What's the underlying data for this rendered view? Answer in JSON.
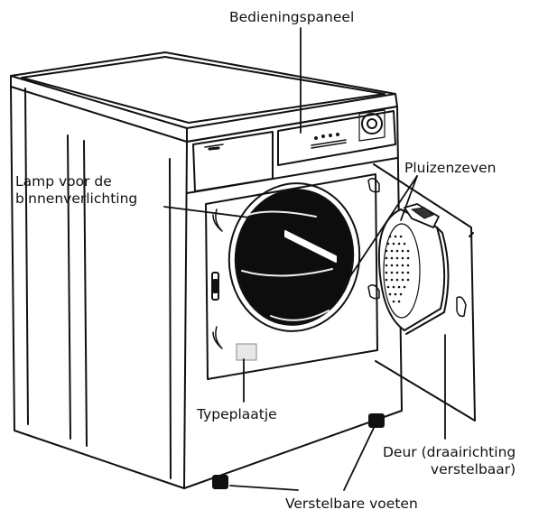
{
  "labels": {
    "control_panel": "Bedieningspaneel",
    "interior_lamp_line1": "Lamp voor de",
    "interior_lamp_line2": "binnenverlichting",
    "lint_filters": "Pluizenzeven",
    "rating_plate": "Typeplaatje",
    "door_line1": "Deur (draairichting",
    "door_line2": "verstelbaar)",
    "adjustable_feet": "Verstelbare voeten"
  },
  "colors": {
    "stroke": "#111111",
    "drum_interior": "#0d0d0d",
    "panel_fill": "#ffffff"
  }
}
